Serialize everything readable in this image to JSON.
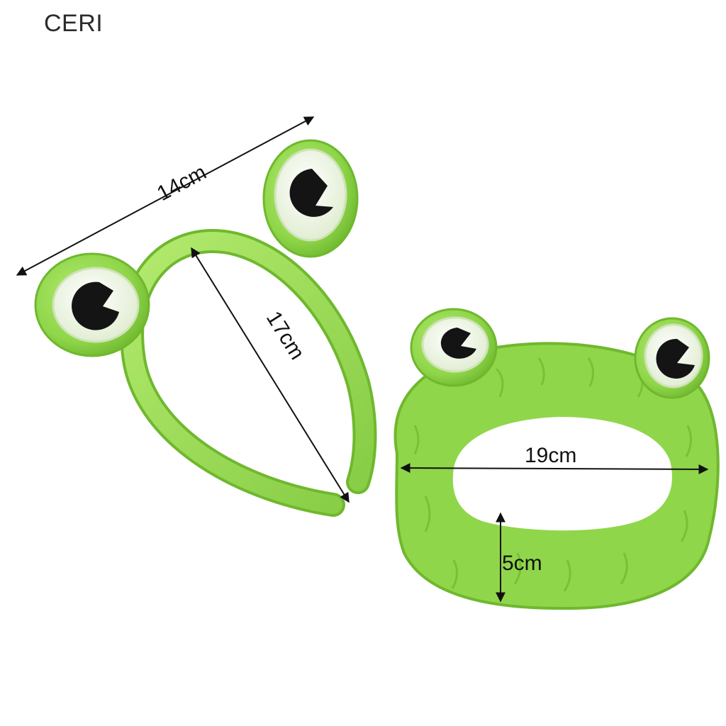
{
  "brand": {
    "name": "CERI"
  },
  "colors": {
    "plush_green": "#8fd64a",
    "plush_green_dark": "#6fb82e",
    "plush_green_light": "#b3ea6e",
    "eye_white": "#eef5e6",
    "pupil": "#141414",
    "dimension_line": "#111111"
  },
  "measurements": {
    "headband_width": "14cm",
    "headband_height": "17cm",
    "scrunchie_width": "19cm",
    "scrunchie_band_height": "5cm"
  }
}
